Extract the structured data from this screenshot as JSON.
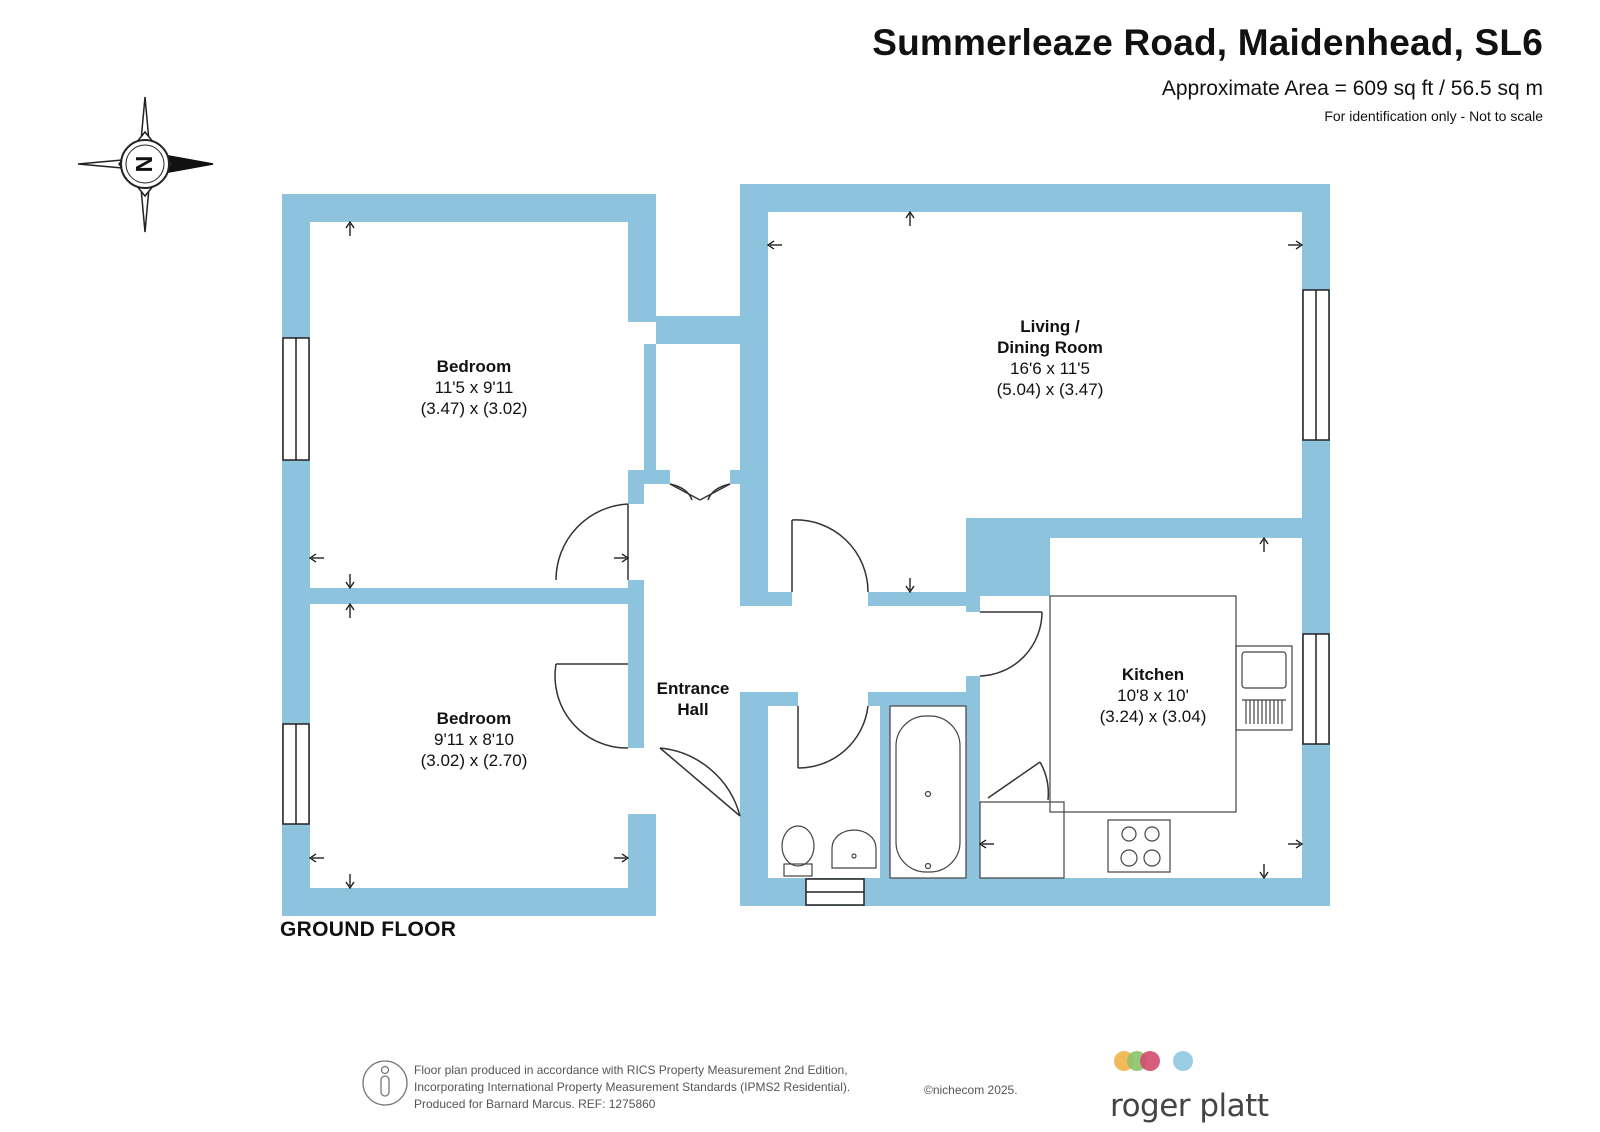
{
  "header": {
    "title": "Summerleaze Road, Maidenhead, SL6",
    "area": "Approximate Area = 609 sq ft / 56.5 sq m",
    "note": "For identification only - Not to scale"
  },
  "compass": {
    "letter": "N",
    "icon": "compass-rose-icon"
  },
  "floor_label": "GROUND FLOOR",
  "rooms": {
    "bedroom1": {
      "name": "Bedroom",
      "imperial": "11'5 x 9'11",
      "metric": "(3.47) x (3.02)"
    },
    "bedroom2": {
      "name": "Bedroom",
      "imperial": "9'11 x 8'10",
      "metric": "(3.02) x (2.70)"
    },
    "living": {
      "name_line1": "Living /",
      "name_line2": "Dining Room",
      "imperial": "16'6 x 11'5",
      "metric": "(5.04) x (3.47)"
    },
    "kitchen": {
      "name": "Kitchen",
      "imperial": "10'8 x 10'",
      "metric": "(3.24) x (3.04)"
    },
    "hall": {
      "name_line1": "Entrance",
      "name_line2": "Hall"
    }
  },
  "footer": {
    "line1": "Floor plan produced in accordance with RICS Property Measurement 2nd Edition,",
    "line2": "Incorporating International Property Measurement Standards (IPMS2 Residential).",
    "line3": "Produced for Barnard Marcus.   REF:  1275860",
    "copyright": "©nichecom 2025."
  },
  "brand": {
    "name": "roger platt",
    "dot_colors": [
      "#f2b24a",
      "#8cc36a",
      "#d24b6e",
      "#8fc7e0"
    ]
  },
  "colors": {
    "wall": "#8dc3dc",
    "line": "#1a1a1a"
  }
}
